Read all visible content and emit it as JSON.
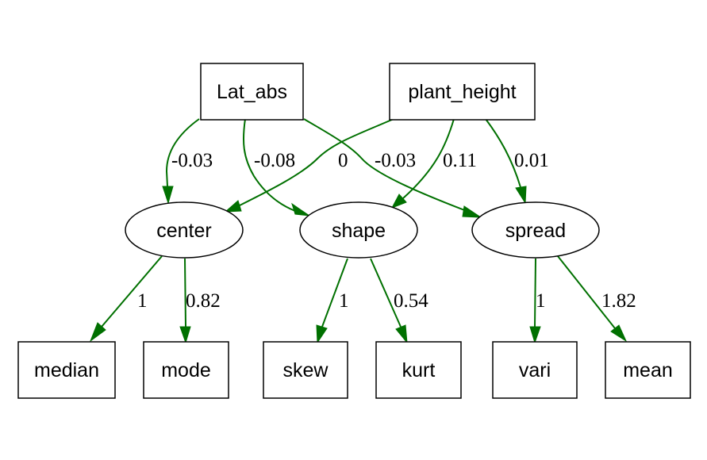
{
  "colors": {
    "edge": "#007000",
    "node_stroke": "#000000",
    "background": "#ffffff"
  },
  "nodes": {
    "lat_abs": "Lat_abs",
    "plant_height": "plant_height",
    "center": "center",
    "shape": "shape",
    "spread": "spread",
    "median": "median",
    "mode": "mode",
    "skew": "skew",
    "kurt": "kurt",
    "vari": "vari",
    "mean": "mean"
  },
  "edges": [
    {
      "from": "Lat_abs",
      "to": "center",
      "label": "-0.03"
    },
    {
      "from": "Lat_abs",
      "to": "shape",
      "label": "-0.08"
    },
    {
      "from": "Lat_abs",
      "to": "spread",
      "label": "-0.03"
    },
    {
      "from": "plant_height",
      "to": "center",
      "label": "0"
    },
    {
      "from": "plant_height",
      "to": "shape",
      "label": "0.11"
    },
    {
      "from": "plant_height",
      "to": "spread",
      "label": "0.01"
    },
    {
      "from": "center",
      "to": "median",
      "label": "1"
    },
    {
      "from": "center",
      "to": "mode",
      "label": "0.82"
    },
    {
      "from": "shape",
      "to": "skew",
      "label": "1"
    },
    {
      "from": "shape",
      "to": "kurt",
      "label": "0.54"
    },
    {
      "from": "spread",
      "to": "vari",
      "label": "1"
    },
    {
      "from": "spread",
      "to": "mean",
      "label": "1.82"
    }
  ]
}
